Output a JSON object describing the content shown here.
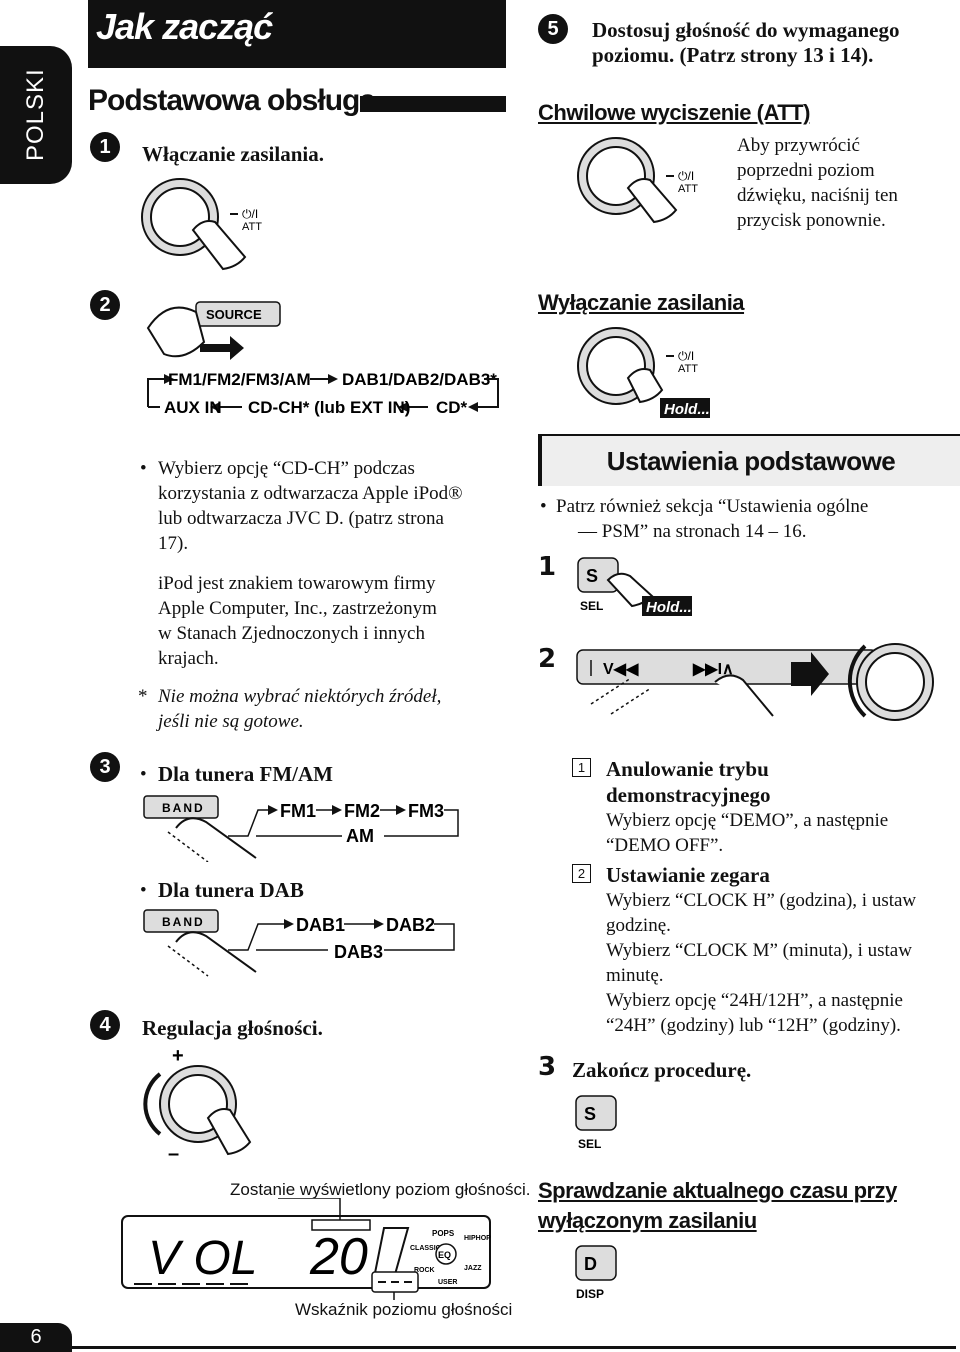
{
  "side_tab": {
    "language": "POLSKI"
  },
  "page_number": "6",
  "title": "Jak zacząć",
  "section_title": "Podstawowa obsługa",
  "steps": {
    "s1": {
      "num": "1",
      "label": "Włączanie zasilania."
    },
    "s2": {
      "num": "2"
    },
    "s3": {
      "num": "3",
      "fm_label": "Dla tunera FM/AM",
      "dab_label": "Dla tunera DAB"
    },
    "s4": {
      "num": "4",
      "label": "Regulacja głośności."
    },
    "s5": {
      "num": "5",
      "label_line1": "Dostosuj głośność do wymaganego",
      "label_line2": "poziomu. (Patrz strony 13 i 14)."
    }
  },
  "buttons": {
    "power_att_top": "⏻/I",
    "power_att_bottom": "ATT",
    "source": "SOURCE",
    "band": "BAND",
    "s": "S",
    "sel": "SEL",
    "d": "D",
    "disp": "DISP",
    "hold": "Hold...."
  },
  "source_cycle": {
    "row1": [
      "FM1/FM2/FM3/AM",
      "DAB1/DAB2/DAB3*"
    ],
    "row2": [
      "AUX IN",
      "CD-CH* (lub EXT IN)",
      "CD*"
    ]
  },
  "source_notes": {
    "b1_l1": "Wybierz opcję “CD-CH” podczas",
    "b1_l2": "korzystania z odtwarzacza Apple iPod®",
    "b1_l3": "lub odtwarzacza JVC D. (patrz strona",
    "b1_l4": "17).",
    "b2_l1": "iPod jest znakiem towarowym firmy",
    "b2_l2": "Apple Computer, Inc., zastrzeżonym",
    "b2_l3": "w Stanach Zjednoczonych i innych",
    "b2_l4": "krajach.",
    "star": "*",
    "note_l1": "Nie można wybrać niektórych źródeł,",
    "note_l2": "jeśli nie są gotowe."
  },
  "fm_cycle": {
    "fm1": "FM1",
    "fm2": "FM2",
    "fm3": "FM3",
    "am": "AM"
  },
  "dab_cycle": {
    "dab1": "DAB1",
    "dab2": "DAB2",
    "dab3": "DAB3"
  },
  "volume": {
    "plus": "+",
    "minus": "–",
    "caption_top": "Zostanie wyświetlony poziom głośności.",
    "caption_bottom": "Wskaźnik poziomu głośności",
    "lcd_left": "V OL",
    "lcd_value": "20",
    "eq_words": [
      "POPS",
      "HIPHOP",
      "CLASSIC",
      "EQ",
      "JAZZ",
      "ROCK",
      "USER"
    ]
  },
  "att": {
    "heading": "Chwilowe wyciszenie (ATT)",
    "l1": "Aby przywrócić",
    "l2": "poprzedni poziom",
    "l3": "dźwięku, naciśnij ten",
    "l4": "przycisk ponownie."
  },
  "power_off": {
    "heading": "Wyłączanie zasilania"
  },
  "basic_settings": {
    "heading": "Ustawienia podstawowe",
    "note_l1": "Patrz również sekcja “Ustawienia ogólne",
    "note_l2": "— PSM” na stronach 14 – 16.",
    "step1": "1",
    "step2": "2",
    "step3": "3",
    "step3_label": "Zakończ procedurę.",
    "i1_num": "1",
    "i1_title_l1": "Anulowanie trybu",
    "i1_title_l2": "demonstracyjnego",
    "i1_l1": "Wybierz opcję “DEMO”, a następnie",
    "i1_l2": "“DEMO OFF”.",
    "i2_num": "2",
    "i2_title": "Ustawianie zegara",
    "i2_l1": "Wybierz “CLOCK H” (godzina), i ustaw",
    "i2_l2": "godzinę.",
    "i2_l3": "Wybierz “CLOCK M” (minuta), i ustaw",
    "i2_l4": "minutę.",
    "i2_l5": "Wybierz opcję “24H/12H”, a następnie",
    "i2_l6": "“24H” (godziny) lub “12H” (godziny)."
  },
  "clock_check": {
    "heading_l1": "Sprawdzanie aktualnego czasu przy",
    "heading_l2": "wyłączonym zasilaniu"
  }
}
